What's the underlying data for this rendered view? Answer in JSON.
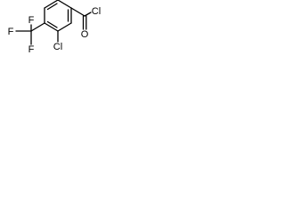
{
  "molecule": {
    "atoms": {
      "carbonyl_chlorine": "Cl",
      "ring_chlorine": "Cl",
      "fluorine_top": "F",
      "fluorine_left": "F",
      "fluorine_bottom": "F",
      "carbonyl_oxygen": "O"
    }
  }
}
